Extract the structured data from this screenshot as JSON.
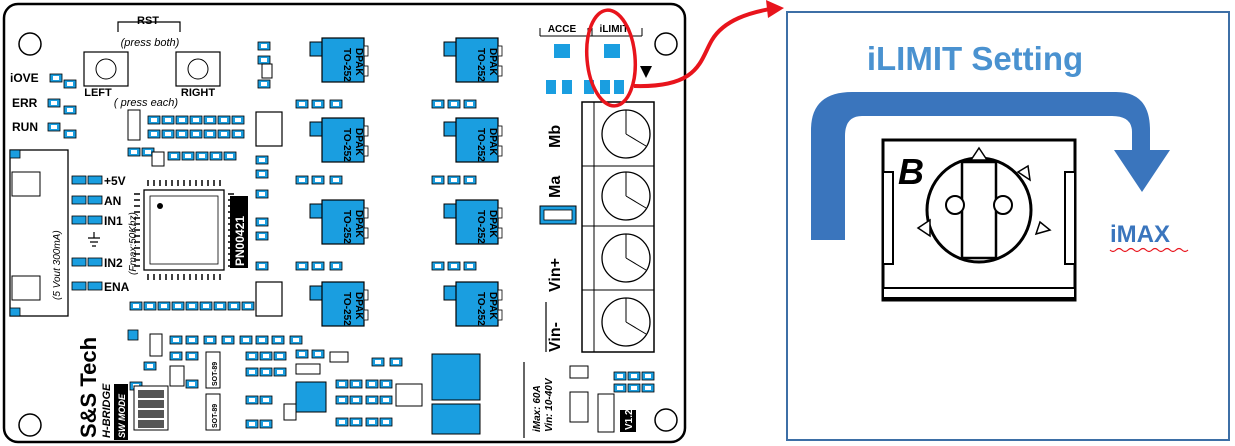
{
  "board": {
    "rst_label": "RST",
    "press_both": "(press   both)",
    "left_label": "LEFT",
    "right_label": "RIGHT",
    "press_each": "( press each)",
    "iove": "iOVE",
    "err": "ERR",
    "run": "RUN",
    "acce": "ACCE",
    "ilimit_small": "iLIMIT",
    "pins": [
      "+5V",
      "AN",
      "IN1",
      "IN2",
      "ENA"
    ],
    "connector_note": "(5 Vout 300mA)",
    "fmax": "(Fmax:50Khz)",
    "part_no": "PN00421",
    "dpak_line1": "DPAK",
    "dpak_line2": "TO-252",
    "terminals": [
      "Mb",
      "Ma",
      "Vin+",
      "Vin-"
    ],
    "brand": "S&S Tech",
    "hbridge": "H-BRIDGE",
    "sw_mode": "SW MODE",
    "imax_spec": "iMax: 60A",
    "vin_spec": "Vin: 10-40V",
    "version": "V1.2",
    "sot": "SOT-89"
  },
  "detail": {
    "title": "iLIMIT Setting",
    "imax_label": "iMAX",
    "logo_glyph": "B"
  },
  "colors": {
    "pcb_blue": "#1a9ee0",
    "arrow_blue": "#3a75bd",
    "panel_border": "#3d6fa6",
    "title_blue": "#4a92d0",
    "callout_red": "#e8141c"
  }
}
